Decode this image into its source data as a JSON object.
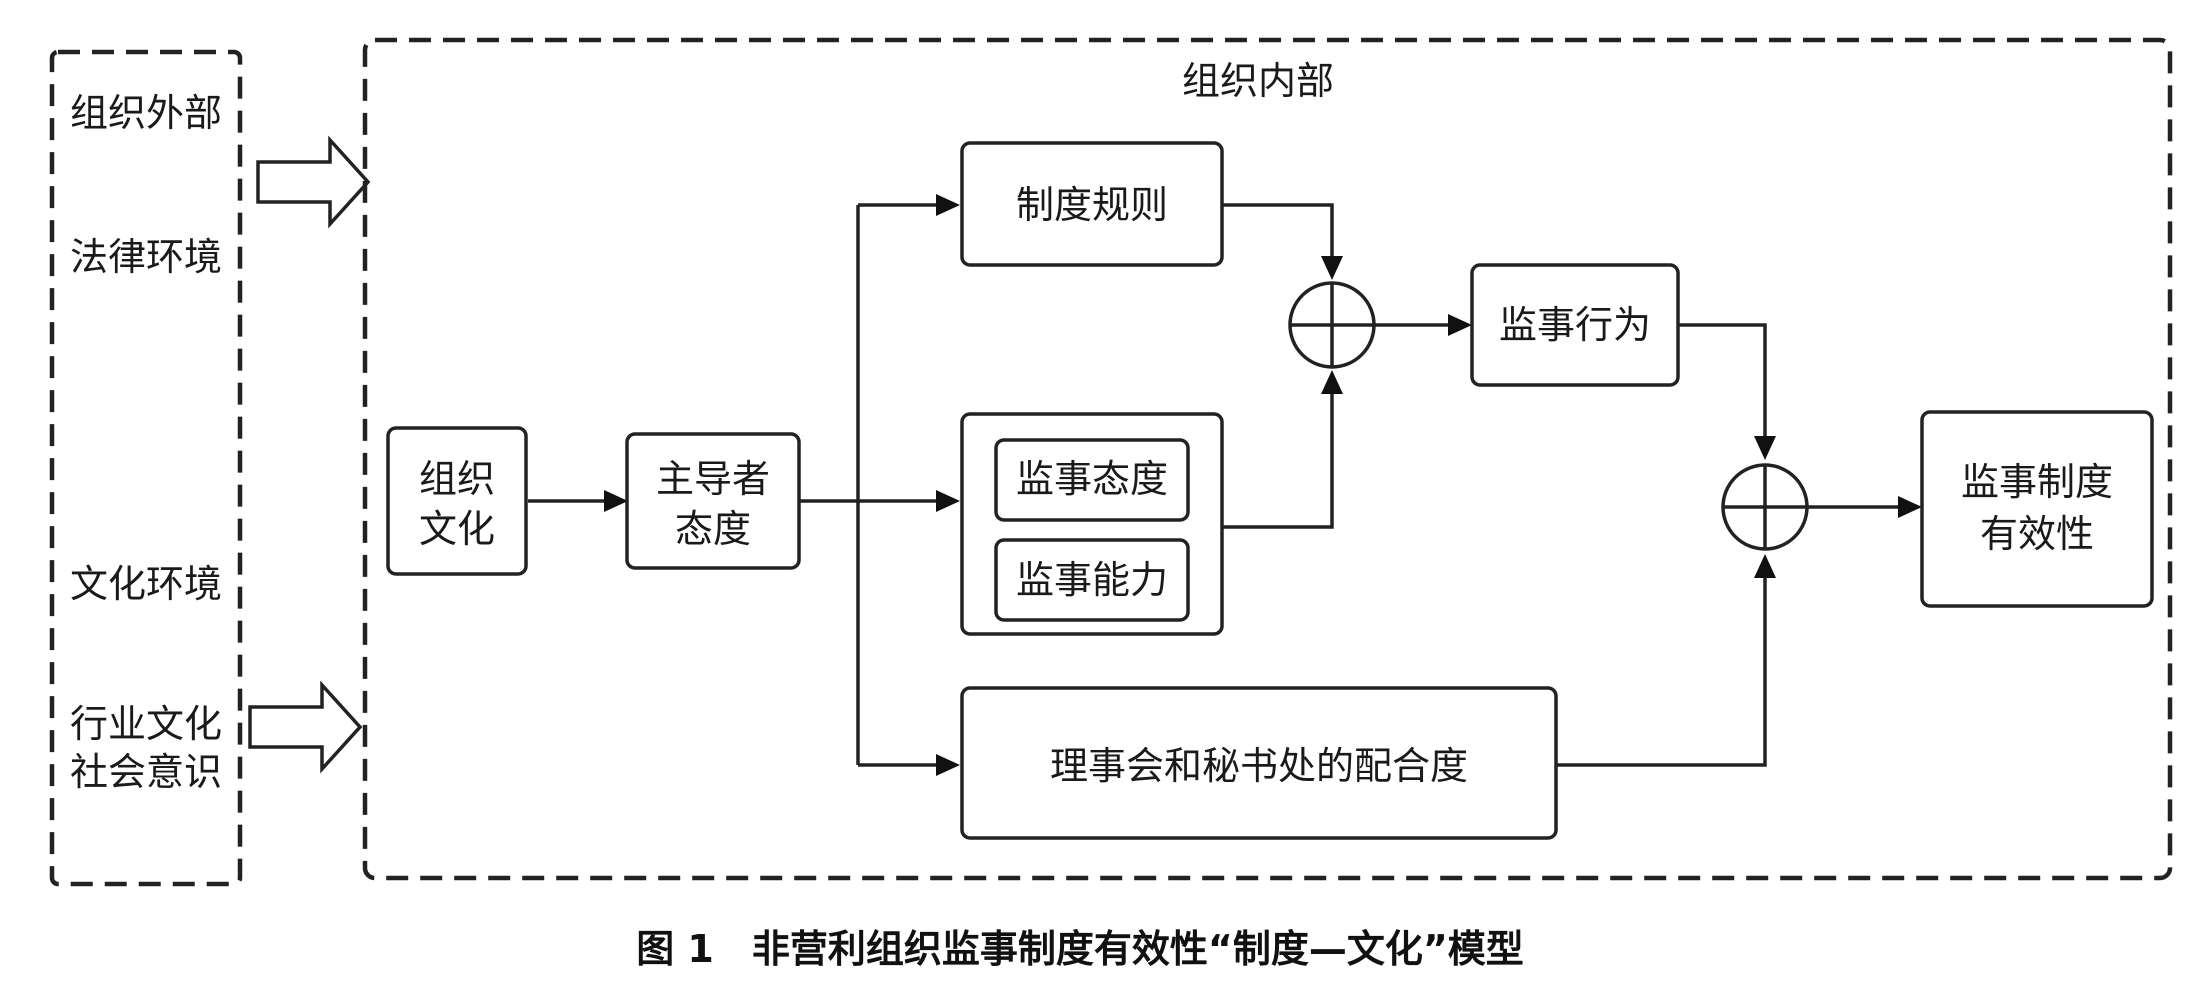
{
  "external": {
    "title": "组织外部",
    "items": [
      "法律环境",
      "文化环境",
      "行业文化",
      "社会意识"
    ]
  },
  "internal": {
    "title": "组织内部"
  },
  "nodes": {
    "org_culture": [
      "组织",
      "文化"
    ],
    "leader_attitude": [
      "主导者",
      "态度"
    ],
    "rules": "制度规则",
    "supervisor_attitude": "监事态度",
    "supervisor_ability": "监事能力",
    "cooperation": "理事会和秘书处的配合度",
    "supervisor_behavior": "监事行为",
    "effectiveness": [
      "监事制度",
      "有效性"
    ]
  },
  "caption": "图 1　非营利组织监事制度有效性“制度—文化”模型"
}
